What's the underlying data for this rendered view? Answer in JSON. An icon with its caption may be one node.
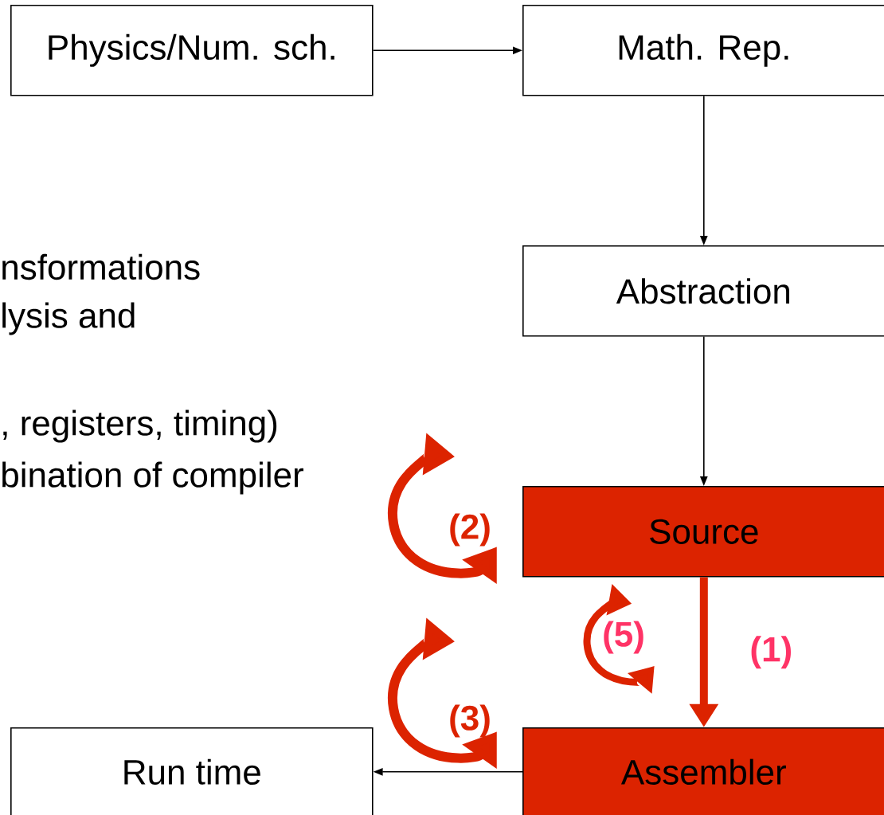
{
  "diagram": {
    "nodes": [
      {
        "text": [
          "Physics/Num. sch."
        ]
      },
      {
        "text": [
          "Math. Rep."
        ]
      },
      {
        "text": [
          "Abstraction"
        ]
      },
      {
        "text": [
          "Source"
        ]
      },
      {
        "text": [
          "Run time"
        ]
      },
      {
        "text": [
          "Assembler"
        ]
      }
    ],
    "edges": [
      {
        "from": 0,
        "to": 1,
        "arrow": "to"
      },
      {
        "from": 1,
        "to": 2,
        "arrow": "to"
      },
      {
        "from": 2,
        "to": 3,
        "arrow": "to"
      },
      {
        "from": 3,
        "to": 5,
        "arrow": "to",
        "label": "(1)",
        "style": "thick",
        "color": "#dc2300"
      },
      {
        "from": 5,
        "to": 4,
        "arrow": "to"
      }
    ],
    "labels": [
      "nsformations",
      "lysis and",
      ", registers, timing)",
      "bination of compiler",
      "(2)",
      "(5)",
      "(3)"
    ]
  }
}
